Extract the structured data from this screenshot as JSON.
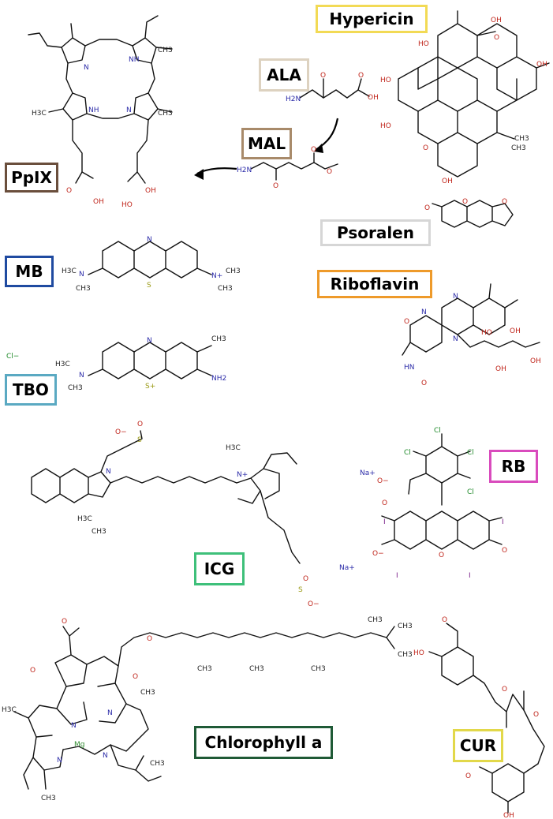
{
  "labels": {
    "hypericin": {
      "text": "Hypericin",
      "color": "#f2da55"
    },
    "ala": {
      "text": "ALA",
      "color": "#ddd2c0"
    },
    "mal": {
      "text": "MAL",
      "color": "#a88a6a"
    },
    "ppix": {
      "text": "PpIX",
      "color": "#6a4e3c"
    },
    "psoralen": {
      "text": "Psoralen",
      "color": "#d6d6d6"
    },
    "mb": {
      "text": "MB",
      "color": "#1f4aa0"
    },
    "riboflavin": {
      "text": "Riboflavin",
      "color": "#ee9a2a"
    },
    "tbo": {
      "text": "TBO",
      "color": "#5aa9c2"
    },
    "rb": {
      "text": "RB",
      "color": "#d94bbd"
    },
    "icg": {
      "text": "ICG",
      "color": "#3ec07a"
    },
    "chlorophyll": {
      "text": "Chlorophyll a",
      "color": "#1f5a36"
    },
    "cur": {
      "text": "CUR",
      "color": "#e2d84a"
    }
  },
  "atom_labels": {
    "nh": "NH",
    "n": "N",
    "o": "O",
    "oh": "OH",
    "ho": "HO",
    "h2n": "H2N",
    "ch3": "CH3",
    "h3c": "H3C",
    "s": "S",
    "s_plus": "S+",
    "n_plus": "N+",
    "nh2": "NH2",
    "cl_minus": "Cl−",
    "cl": "Cl",
    "i": "I",
    "na_plus": "Na+",
    "o_minus": "O−",
    "mg": "Mg",
    "hn": "HN"
  }
}
